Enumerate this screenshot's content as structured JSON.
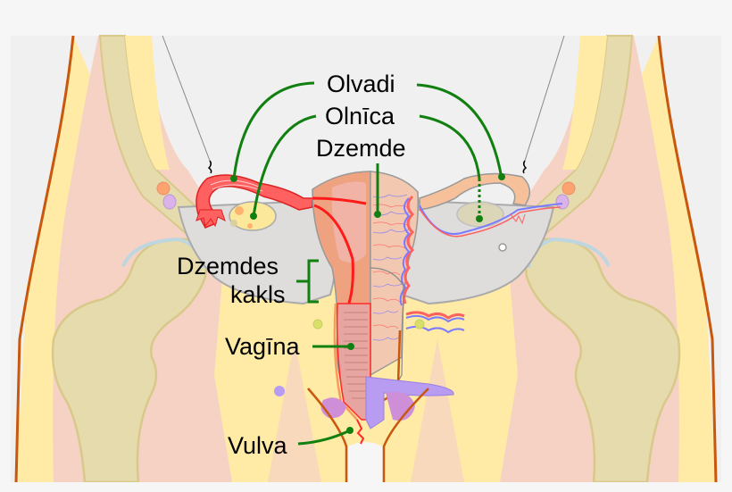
{
  "diagram": {
    "subject": "Female reproductive system (frontal section)",
    "language": "Latvian",
    "labels": {
      "fallopian_tubes": "Olvadi",
      "ovary": "Olnīca",
      "uterus": "Dzemde",
      "cervix_line1": "Dzemdes",
      "cervix_line2": "kakls",
      "vagina": "Vagīna",
      "vulva": "Vulva"
    },
    "colors": {
      "background": "#f6f6f6",
      "pelvic_cavity": "#f0f0f0",
      "fat": "#ffeaa6",
      "muscle": "#f6d2c4",
      "bone": "#e5dbac",
      "bone_outline": "#d8c98a",
      "cartilage": "#bdd6e0",
      "peritoneum": "#dfdcdc",
      "uterus_wall": "#eea27f",
      "uterus_lining": "#f0b3a6",
      "artery": "#ff2a2a",
      "vein": "#7b7bff",
      "ovary": "#fbe89a",
      "bladder": "#b79cf2",
      "label_line": "#118011",
      "skin_outline": "#c8580e"
    }
  }
}
